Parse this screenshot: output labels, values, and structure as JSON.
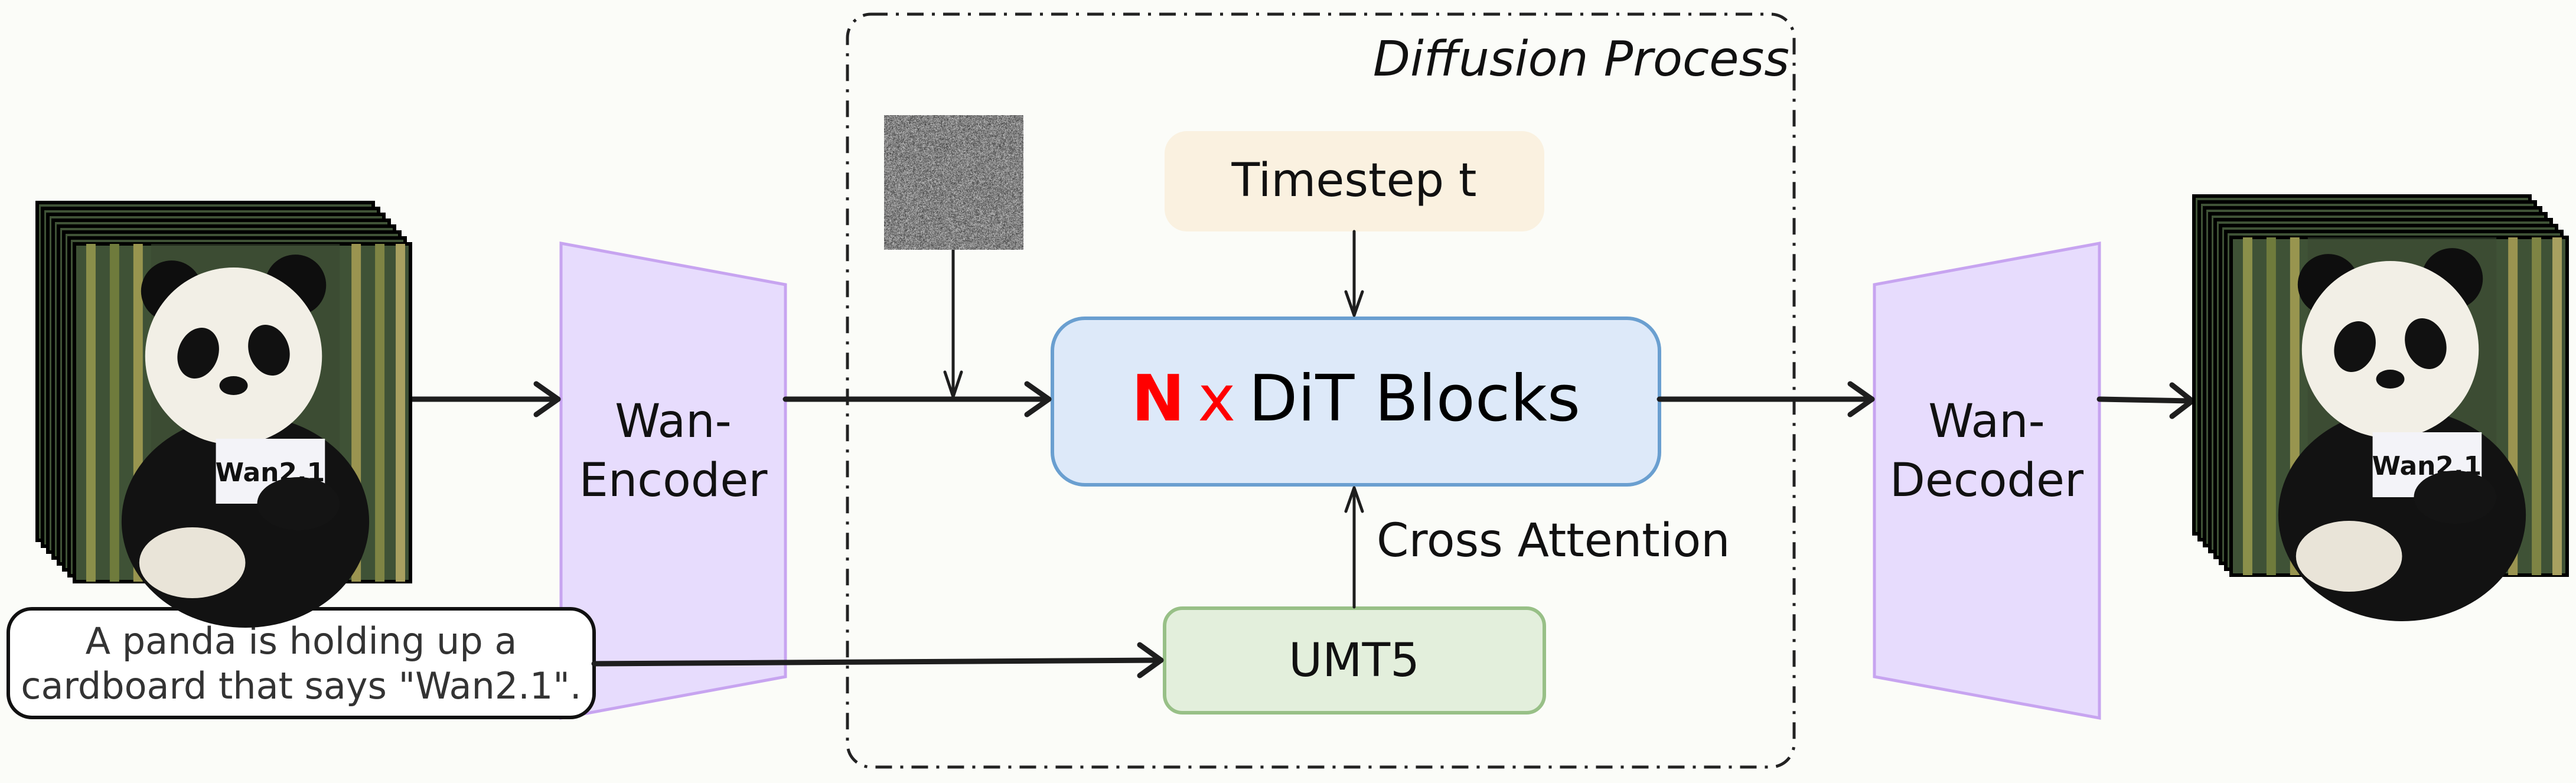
{
  "diffusion_process": {
    "title": "Diffusion Process"
  },
  "timestep": {
    "label": "Timestep t"
  },
  "dit": {
    "n": "N",
    "x": "x",
    "label": "DiT Blocks",
    "accent": "#ff0000"
  },
  "encoder": {
    "line1": "Wan-",
    "line2": "Encoder"
  },
  "decoder": {
    "line1": "Wan-",
    "line2": "Decoder"
  },
  "umt5": {
    "label": "UMT5"
  },
  "cross_attention": {
    "label": "Cross Attention"
  },
  "prompt": {
    "line1": "A panda is holding up a",
    "line2": "cardboard that says \"Wan2.1\"."
  },
  "panda_sign": "Wan2.1",
  "colors": {
    "timestep_fill": "#faf1e0",
    "dit_fill": "#dde9f9",
    "dit_border": "#6a9fd0",
    "umt5_fill": "#e3efdc",
    "umt5_border": "#98c087",
    "vae_fill": "#e7dcfd",
    "vae_border": "#c7a4f0"
  }
}
